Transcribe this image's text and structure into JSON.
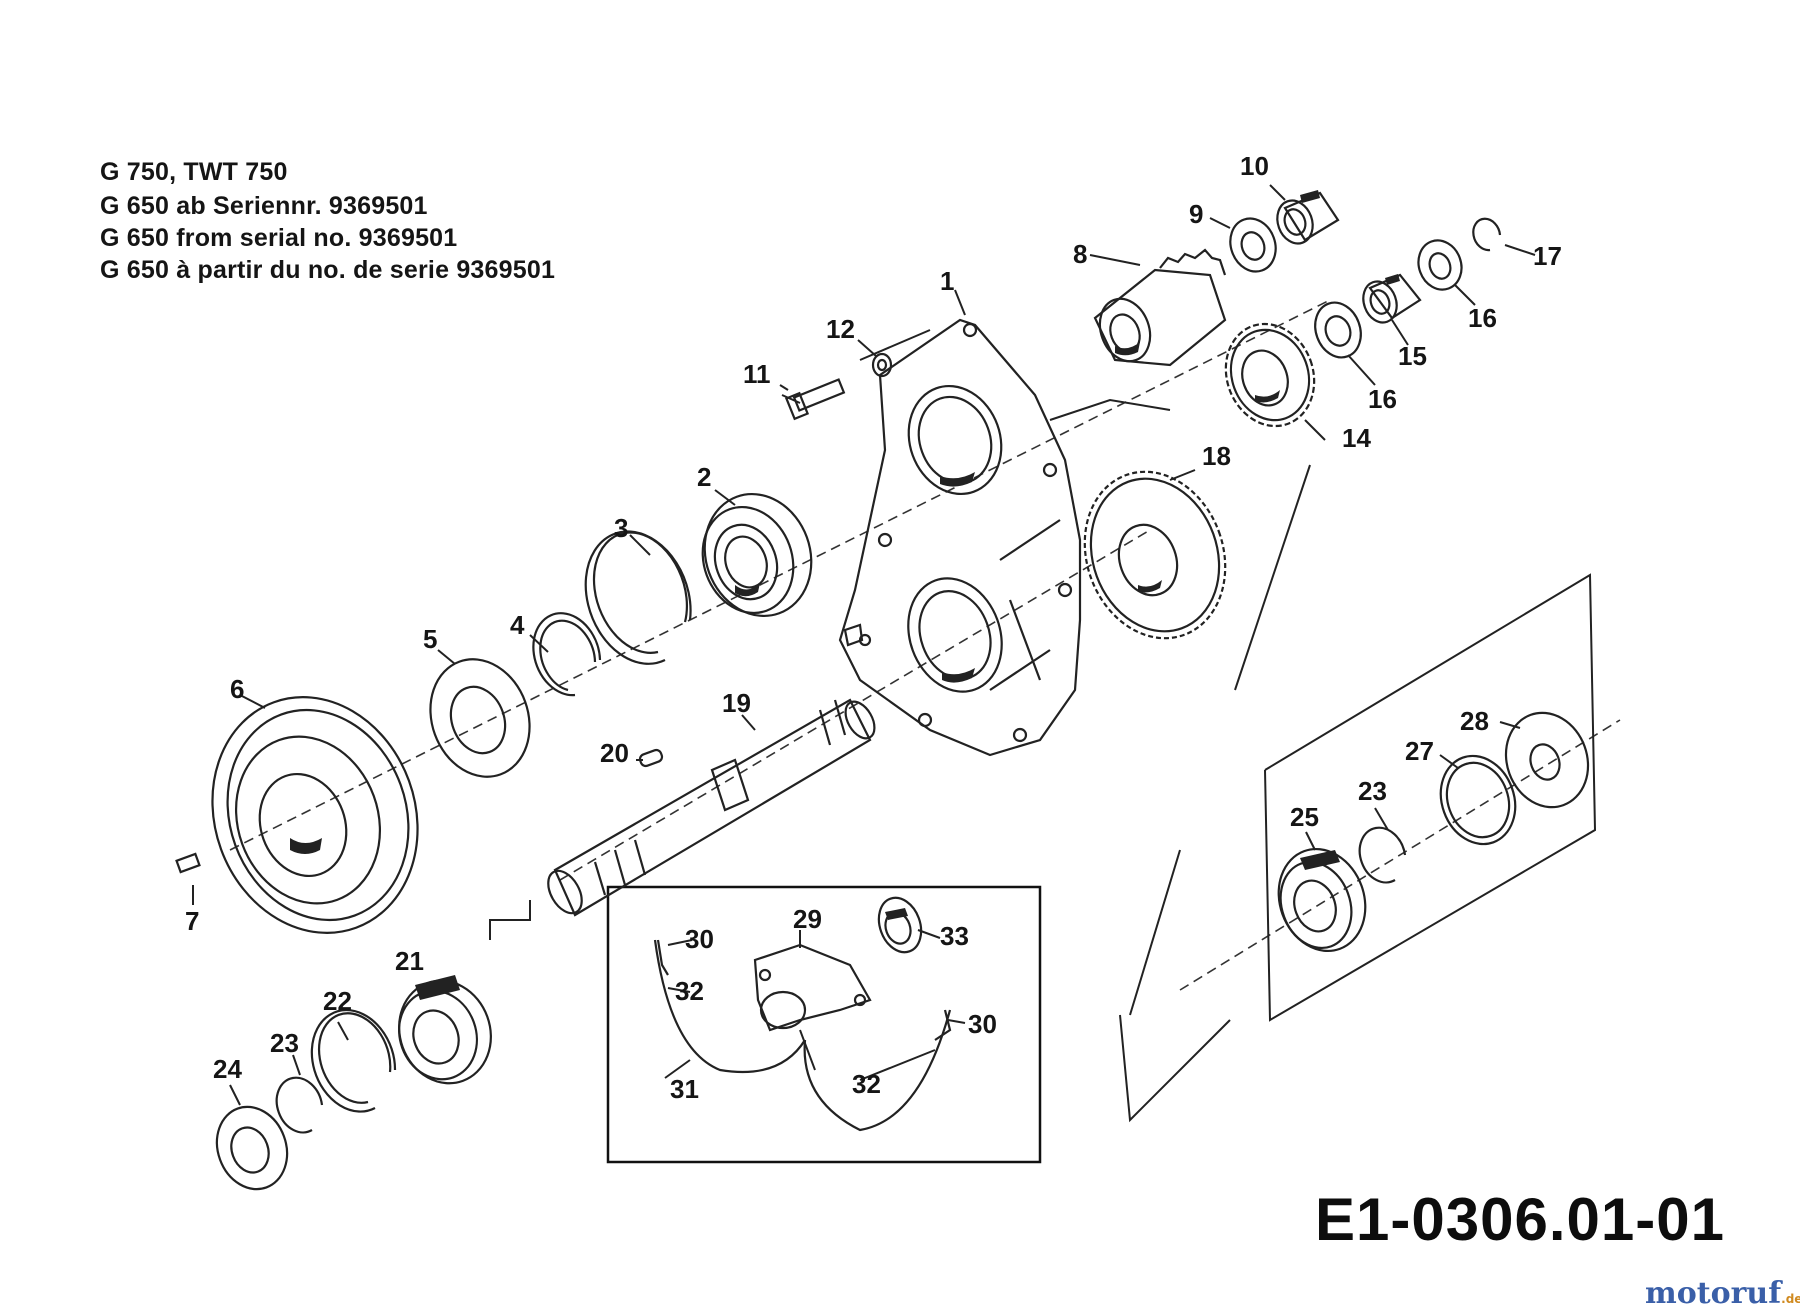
{
  "header": {
    "lines": [
      "G 750, TWT 750",
      "G 650 ab Seriennr. 9369501",
      "G 650 from serial no. 9369501",
      "G 650 à partir du no. de serie 9369501"
    ]
  },
  "diagram_code": "E1-0306.01-01",
  "watermark": {
    "text": "motoruf",
    "tld": ".de",
    "color_main": "#3a5fa8",
    "color_accent": "#d08a20"
  },
  "callouts": {
    "c1": "1",
    "c2": "2",
    "c3": "3",
    "c4": "4",
    "c5": "5",
    "c6": "6",
    "c7": "7",
    "c8": "8",
    "c9": "9",
    "c10": "10",
    "c11": "11",
    "c12": "12",
    "c14": "14",
    "c15": "15",
    "c16a": "16",
    "c16b": "16",
    "c17": "17",
    "c18": "18",
    "c19": "19",
    "c20": "20",
    "c21": "21",
    "c22": "22",
    "c23a": "23",
    "c23b": "23",
    "c24": "24",
    "c25": "25",
    "c27": "27",
    "c28": "28",
    "c29": "29",
    "c30a": "30",
    "c30b": "30",
    "c31": "31",
    "c32a": "32",
    "c32b": "32",
    "c33": "33"
  }
}
